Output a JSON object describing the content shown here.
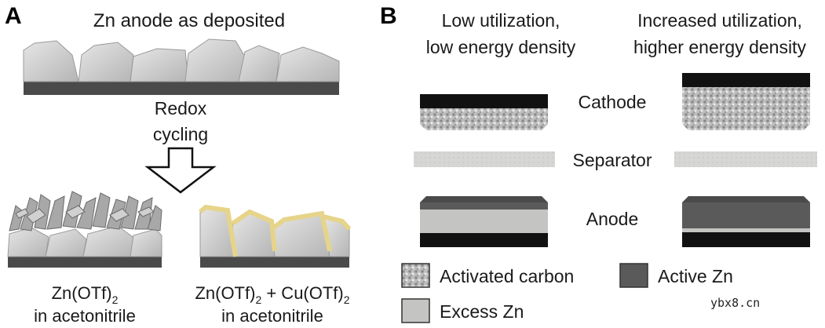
{
  "panel_a": {
    "letter": "A",
    "title": "Zn anode as deposited",
    "arrow_label_line1": "Redox",
    "arrow_label_line2": "cycling",
    "left_caption_line1_main": "Zn(OTf)",
    "left_caption_line1_sub": "2",
    "left_caption_line2": "in acetonitrile",
    "right_caption_line1_part1": "Zn(OTf)",
    "right_caption_line1_sub1": "2",
    "right_caption_line1_part2": " + Cu(OTf)",
    "right_caption_line1_sub2": "2",
    "right_caption_line2": "in acetonitrile"
  },
  "panel_b": {
    "letter": "B",
    "left_header_line1": "Low utilization,",
    "left_header_line2": "low energy density",
    "right_header_line1": "Increased utilization,",
    "right_header_line2": "higher energy density",
    "row_labels": {
      "cathode": "Cathode",
      "separator": "Separator",
      "anode": "Anode"
    },
    "legend": {
      "activated_carbon": "Activated carbon",
      "active_zn": "Active Zn",
      "excess_zn": "Excess Zn"
    }
  },
  "watermark": "ybx8.cn",
  "colors": {
    "substrate": "#4a4a4a",
    "crystal": "#cfcfcf",
    "copper_coating": "#e6d48a",
    "active_zn": "#5a5a5a",
    "excess_zn": "#c4c4c2",
    "current_collector": "#111111",
    "separator": "#d4d4d2"
  }
}
